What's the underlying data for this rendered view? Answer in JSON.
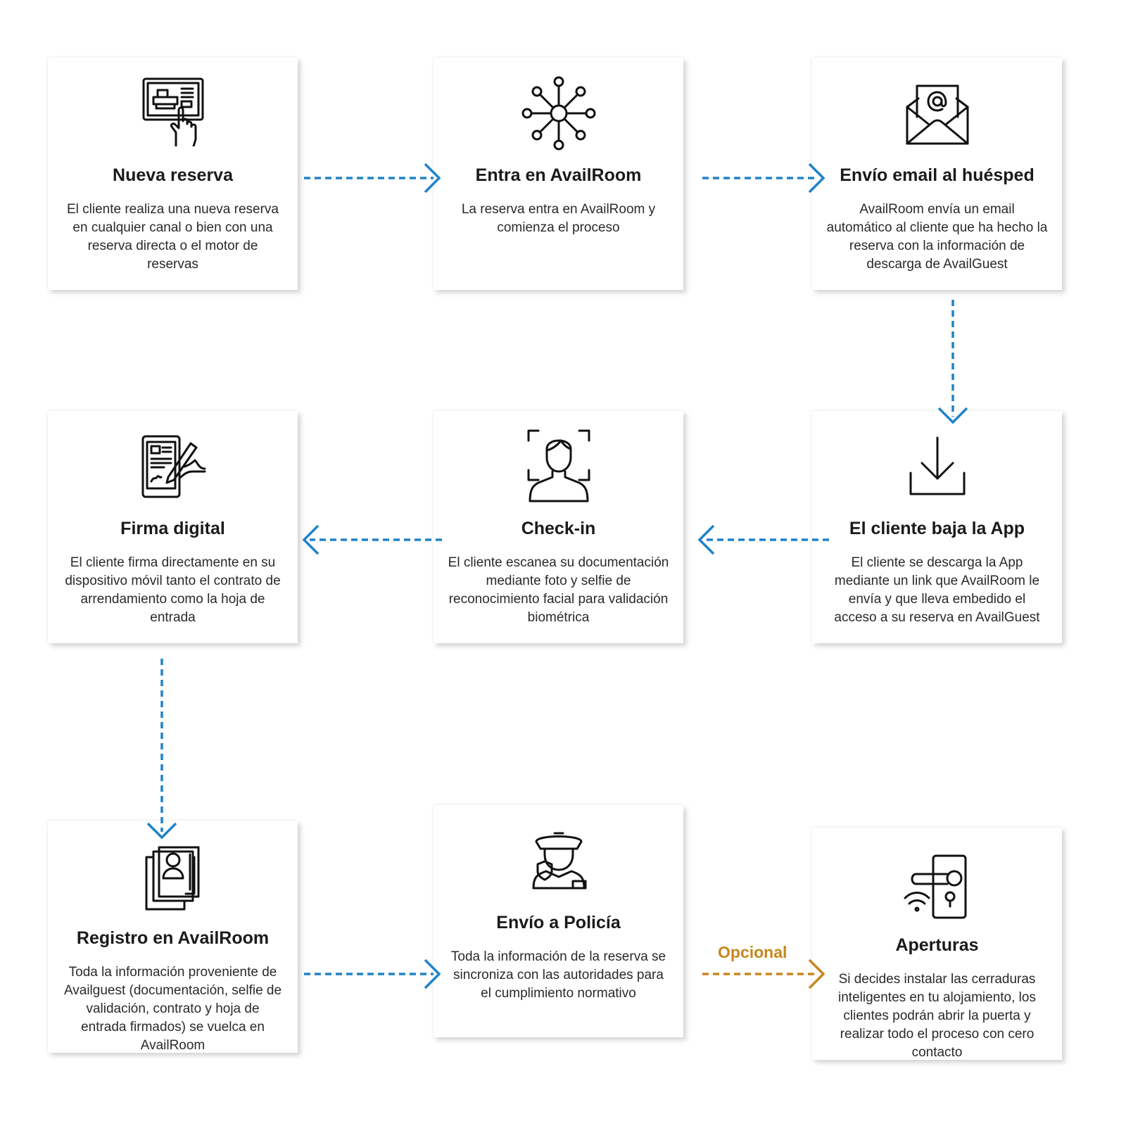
{
  "colors": {
    "flow_arrow": "#1f82c8",
    "optional_arrow": "#c8861e",
    "card_bg": "#ffffff",
    "text": "#1a1a1a"
  },
  "steps": [
    {
      "icon": "tablet-touch-icon",
      "title": "Nueva reserva",
      "description": "El cliente realiza una nueva reserva en cualquier canal o bien con una reserva directa o el motor de reservas"
    },
    {
      "icon": "network-hub-icon",
      "title": "Entra en AvailRoom",
      "description": "La reserva entra en AvailRoom y comienza el proceso"
    },
    {
      "icon": "email-envelope-icon",
      "title": "Envío email al huésped",
      "description": "AvailRoom envía un email automático al cliente que ha hecho la reserva con la información de descarga de AvailGuest"
    },
    {
      "icon": "download-icon",
      "title": "El cliente baja la App",
      "description": "El cliente se descarga la App mediante un link que AvailRoom le envía y que lleva embedido el acceso a su reserva en AvailGuest"
    },
    {
      "icon": "face-scan-icon",
      "title": "Check-in",
      "description": "El cliente escanea su documentación mediante foto y selfie de reconocimiento facial para validación biométrica"
    },
    {
      "icon": "digital-signature-icon",
      "title": "Firma digital",
      "description": "El cliente firma directamente en su dispositivo móvil tanto el contrato de arrendamiento como la hoja de entrada"
    },
    {
      "icon": "id-documents-icon",
      "title": "Registro en AvailRoom",
      "description": "Toda la información proveniente de Availguest (documentación, selfie de validación, contrato y hoja de entrada firmados) se vuelca en AvailRoom"
    },
    {
      "icon": "police-officer-icon",
      "title": "Envío a Policía",
      "description": "Toda la información de la reserva se sincroniza con las autoridades para el cumplimiento normativo"
    },
    {
      "icon": "smart-lock-icon",
      "title": "Aperturas",
      "description": "Si decides instalar las cerraduras inteligentes en tu alojamiento, los clientes podrán abrir la puerta y realizar todo el proceso con cero contacto"
    }
  ],
  "optional_label": "Opcional"
}
